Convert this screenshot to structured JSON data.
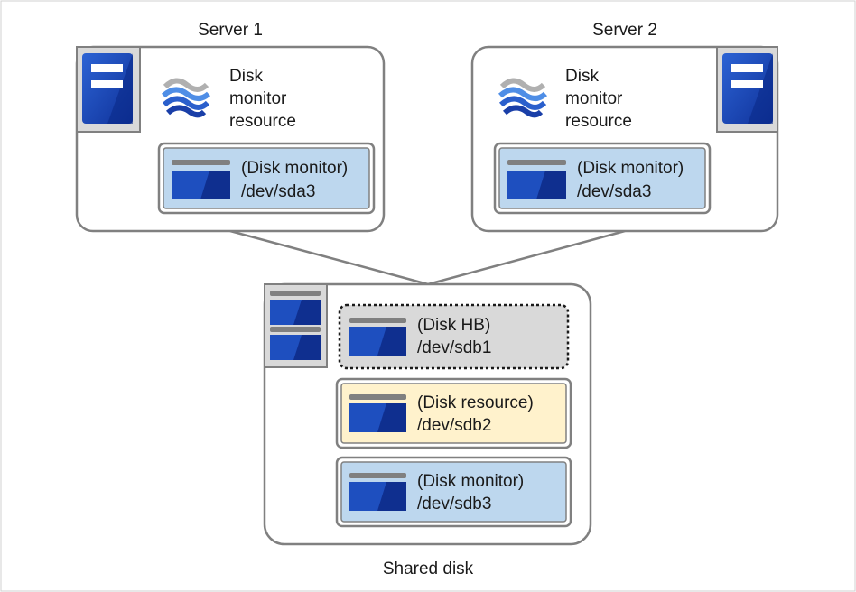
{
  "server1": {
    "title": "Server 1",
    "monitor_lines": [
      "Disk",
      "monitor",
      "resource"
    ],
    "disk": {
      "line1": "(Disk monitor)",
      "line2": "/dev/sda3"
    }
  },
  "server2": {
    "title": "Server 2",
    "monitor_lines": [
      "Disk",
      "monitor",
      "resource"
    ],
    "disk": {
      "line1": "(Disk monitor)",
      "line2": "/dev/sda3"
    }
  },
  "shared": {
    "title": "Shared disk",
    "disks": [
      {
        "line1": "(Disk HB)",
        "line2": "/dev/sdb1",
        "style": "dotted"
      },
      {
        "line1": "(Disk resource)",
        "line2": "/dev/sdb2",
        "style": "resource"
      },
      {
        "line1": "(Disk monitor)",
        "line2": "/dev/sdb3",
        "style": "monitor"
      }
    ]
  },
  "colors": {
    "server_blue": "#1e4fbf",
    "server_dark": "#0f2f8f",
    "monitor_fill": "#bdd7ee",
    "resource_fill": "#fff2cc",
    "hb_fill": "#d9d9d9",
    "border": "#808080"
  },
  "icons": [
    "server-icon",
    "disk-monitor-icon",
    "disk-icon",
    "shared-disk-icon"
  ]
}
